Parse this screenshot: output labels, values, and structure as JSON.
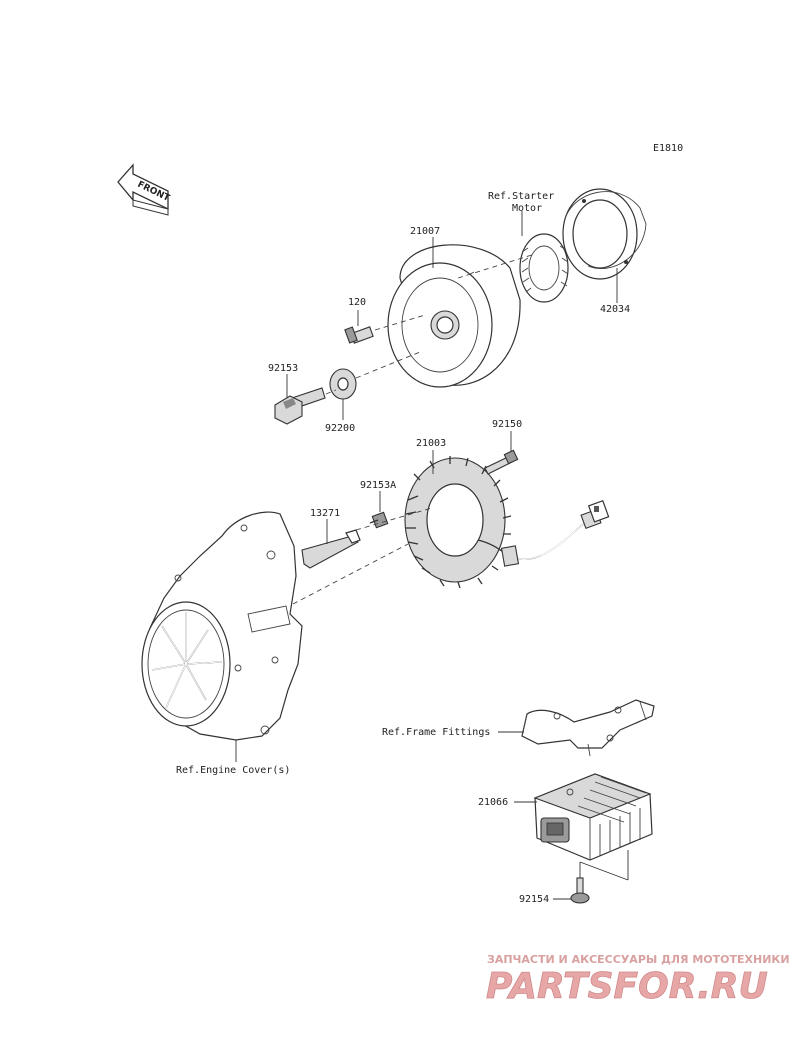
{
  "diagram_code": "E1810",
  "front_arrow_label": "FRONT",
  "labels": {
    "ref_starter_motor_line1": "Ref.Starter",
    "ref_starter_motor_line2": "Motor",
    "p21007": "21007",
    "p42034": "42034",
    "p120": "120",
    "p92153": "92153",
    "p92200": "92200",
    "p21003": "21003",
    "p92150": "92150",
    "p92153A": "92153A",
    "p13271": "13271",
    "ref_frame_fittings": "Ref.Frame Fittings",
    "p21066": "21066",
    "p92154": "92154",
    "ref_engine_cover": "Ref.Engine Cover(s)"
  },
  "watermark": {
    "tagline": "ЗАПЧАСТИ И АКСЕССУАРЫ ДЛЯ МОТОТЕХНИКИ",
    "brand": "PARTSFOR.RU"
  }
}
